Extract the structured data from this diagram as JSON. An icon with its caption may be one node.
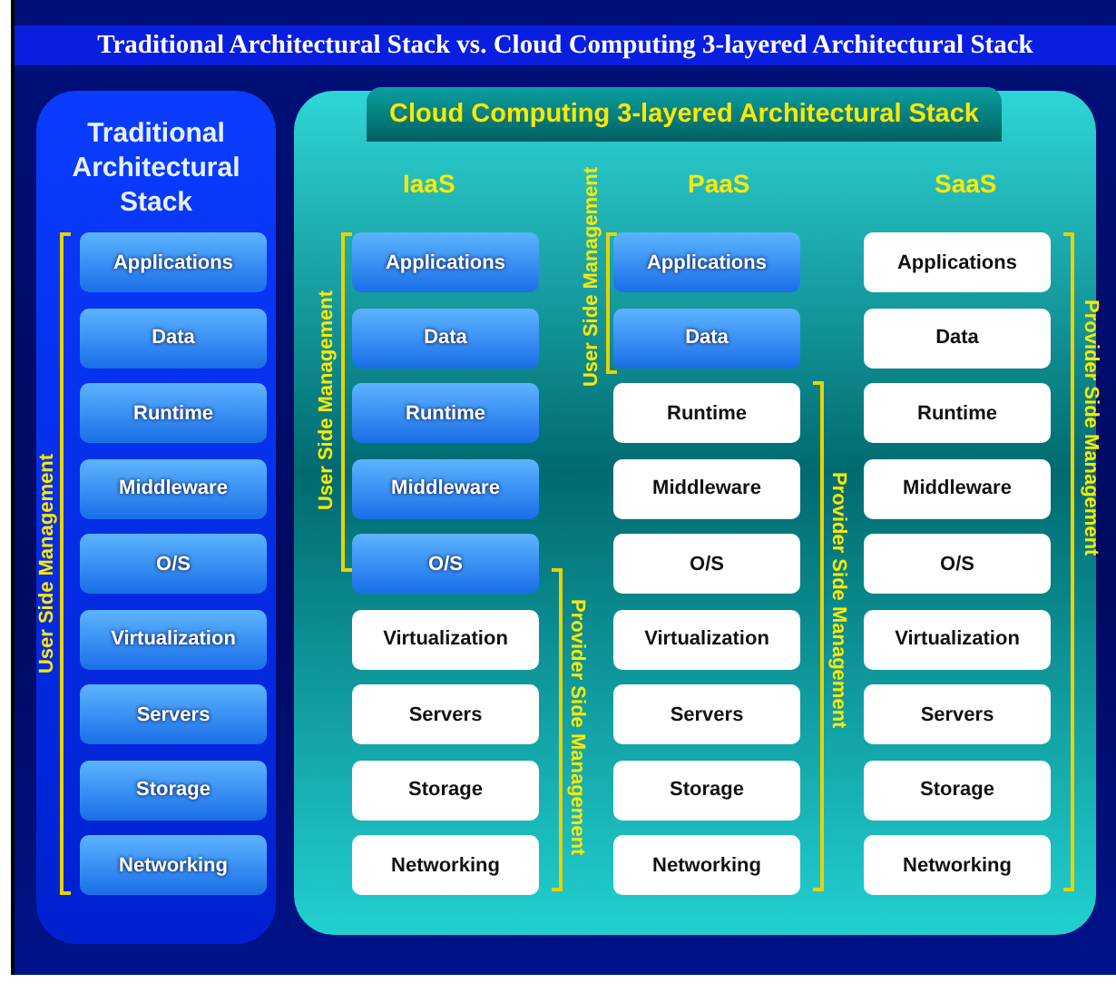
{
  "diagram": {
    "title": "Traditional Architectural Stack vs. Cloud Computing 3-layered Architectural Stack",
    "nodes": [
      {
        "text": [
          "Traditional Architectural Stack"
        ]
      },
      {
        "text": [
          "Applications"
        ],
        "in": 0
      },
      {
        "text": [
          "Data"
        ],
        "in": 0
      },
      {
        "text": [
          "Runtime"
        ],
        "in": 0
      },
      {
        "text": [
          "Middleware"
        ],
        "in": 0
      },
      {
        "text": [
          "O/S"
        ],
        "in": 0
      },
      {
        "text": [
          "Virtualization"
        ],
        "in": 0
      },
      {
        "text": [
          "Servers"
        ],
        "in": 0
      },
      {
        "text": [
          "Storage"
        ],
        "in": 0
      },
      {
        "text": [
          "Networking"
        ],
        "in": 0
      },
      {
        "text": [
          "Cloud Computing 3-layered Architectural Stack"
        ]
      },
      {
        "text": [
          "Applications"
        ],
        "in": 10
      },
      {
        "text": [
          "Data"
        ],
        "in": 10
      },
      {
        "text": [
          "Runtime"
        ],
        "in": 10
      },
      {
        "text": [
          "Middleware"
        ],
        "in": 10
      },
      {
        "text": [
          "O/S"
        ],
        "in": 10
      },
      {
        "text": [
          "Virtualization"
        ],
        "in": 10
      },
      {
        "text": [
          "Servers"
        ],
        "in": 10
      },
      {
        "text": [
          "Storage"
        ],
        "in": 10
      },
      {
        "text": [
          "Networking"
        ],
        "in": 10
      },
      {
        "text": [
          "Applications"
        ],
        "in": 10
      },
      {
        "text": [
          "Data"
        ],
        "in": 10
      },
      {
        "text": [
          "Runtime"
        ],
        "in": 10
      },
      {
        "text": [
          "Middleware"
        ],
        "in": 10
      },
      {
        "text": [
          "O/S"
        ],
        "in": 10
      },
      {
        "text": [
          "Virtualization"
        ],
        "in": 10
      },
      {
        "text": [
          "Servers"
        ],
        "in": 10
      },
      {
        "text": [
          "Storage"
        ],
        "in": 10
      },
      {
        "text": [
          "Networking"
        ],
        "in": 10
      },
      {
        "text": [
          "Applications"
        ],
        "in": 10
      },
      {
        "text": [
          "Data"
        ],
        "in": 10
      },
      {
        "text": [
          "Runtime"
        ],
        "in": 10
      },
      {
        "text": [
          "Middleware"
        ],
        "in": 10
      },
      {
        "text": [
          "O/S"
        ],
        "in": 10
      },
      {
        "text": [
          "Virtualization"
        ],
        "in": 10
      },
      {
        "text": [
          "Servers"
        ],
        "in": 10
      },
      {
        "text": [
          "Storage"
        ],
        "in": 10
      },
      {
        "text": [
          "Networking"
        ],
        "in": 10
      }
    ],
    "labels": [
      "IaaS",
      "PaaS",
      "SaaS",
      "User Side Management",
      "User Side Management",
      "Provider Side Management",
      "User Side Management",
      "Provider Side Management",
      "Provider Side Management"
    ]
  }
}
